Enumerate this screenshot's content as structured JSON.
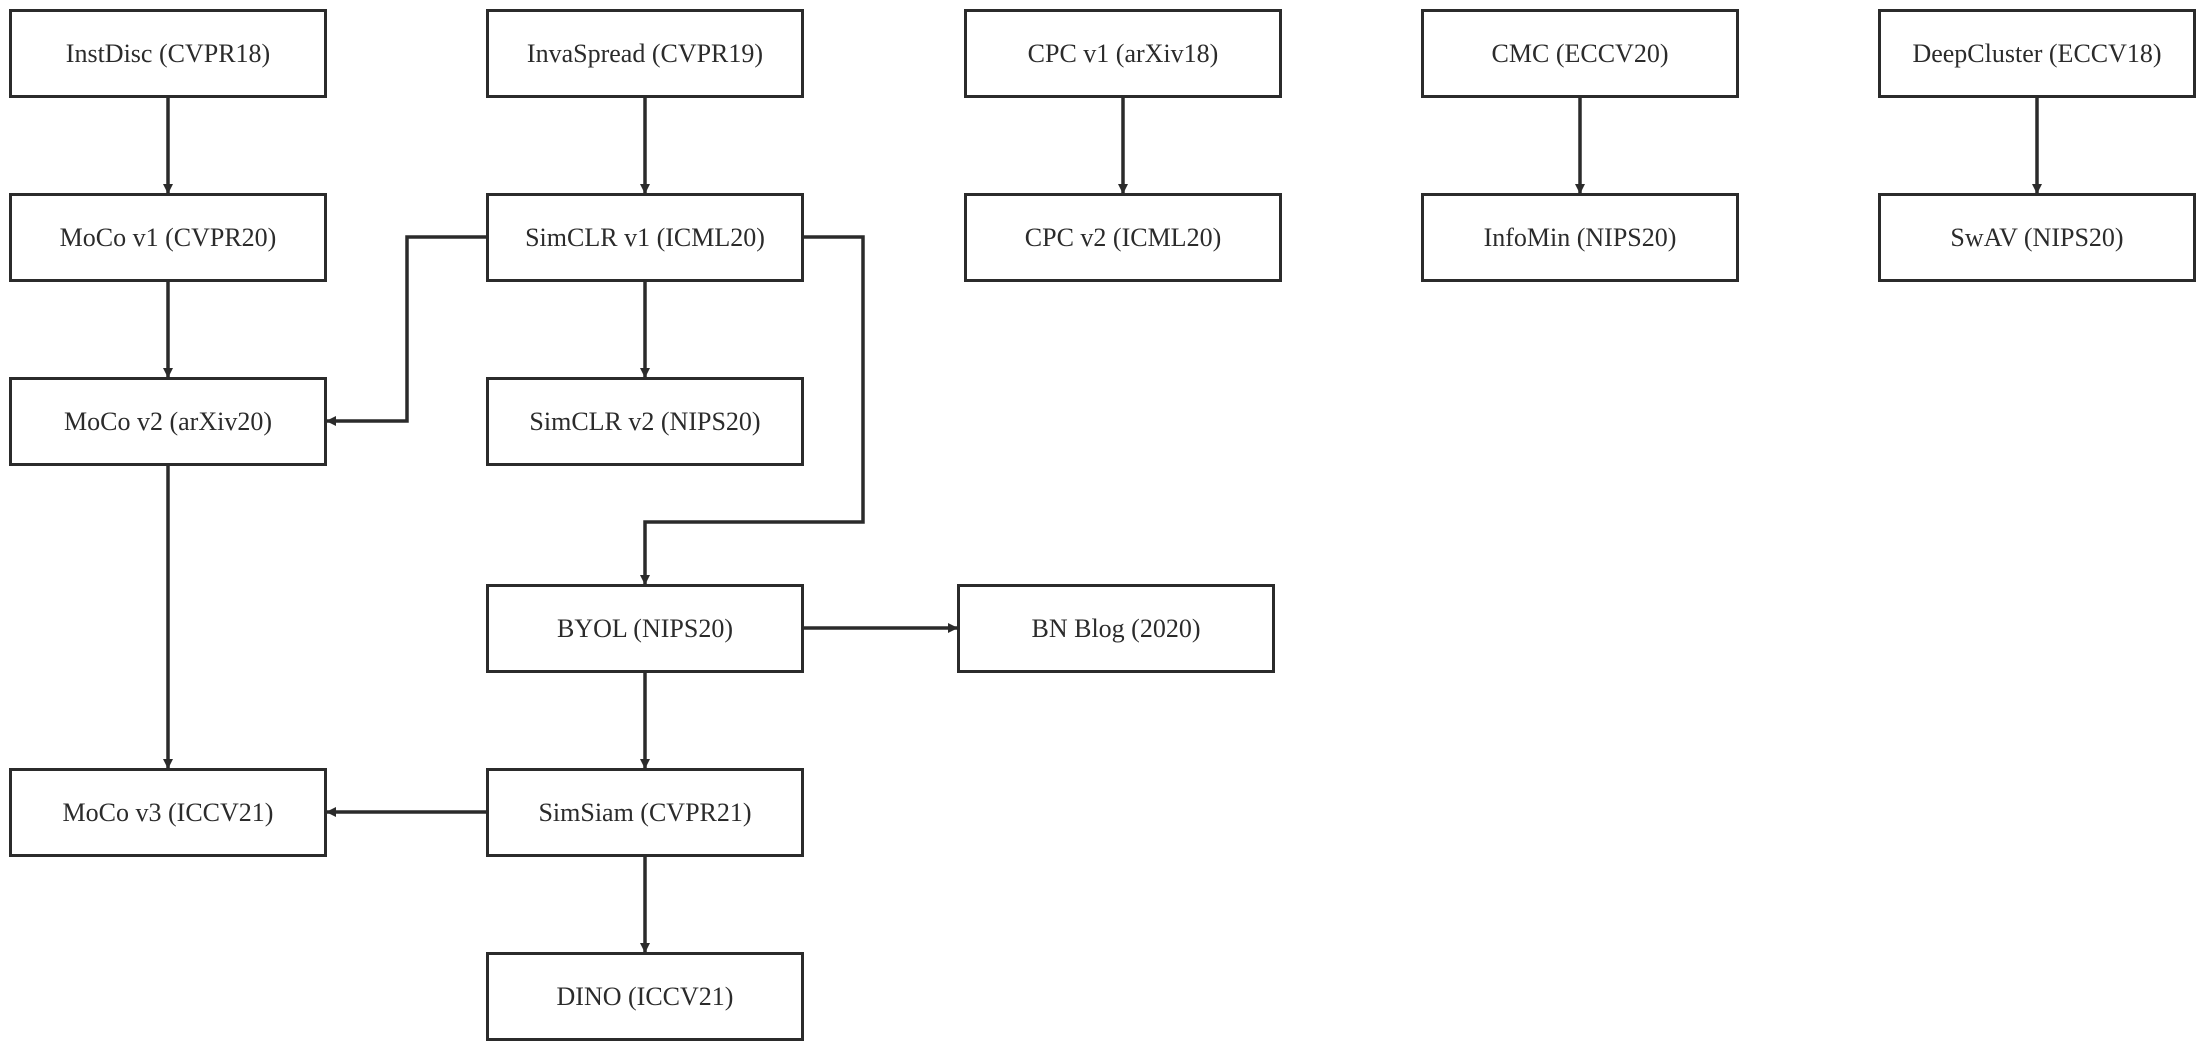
{
  "diagram": {
    "stroke_color": "#2b2b2b",
    "background": "#ffffff",
    "nodes": [
      {
        "id": "instdisc",
        "label": "InstDisc (CVPR18)"
      },
      {
        "id": "invaspread",
        "label": "InvaSpread (CVPR19)"
      },
      {
        "id": "cpcv1",
        "label": "CPC v1 (arXiv18)"
      },
      {
        "id": "cmc",
        "label": "CMC (ECCV20)"
      },
      {
        "id": "deepcluster",
        "label": "DeepCluster (ECCV18)"
      },
      {
        "id": "mocov1",
        "label": "MoCo v1 (CVPR20)"
      },
      {
        "id": "simclrv1",
        "label": "SimCLR v1 (ICML20)"
      },
      {
        "id": "cpcv2",
        "label": "CPC v2 (ICML20)"
      },
      {
        "id": "infomin",
        "label": "InfoMin (NIPS20)"
      },
      {
        "id": "swav",
        "label": "SwAV (NIPS20)"
      },
      {
        "id": "mocov2",
        "label": "MoCo v2 (arXiv20)"
      },
      {
        "id": "simclrv2",
        "label": "SimCLR v2 (NIPS20)"
      },
      {
        "id": "byol",
        "label": "BYOL (NIPS20)"
      },
      {
        "id": "bnblog",
        "label": "BN Blog (2020)"
      },
      {
        "id": "mocov3",
        "label": "MoCo v3 (ICCV21)"
      },
      {
        "id": "simsiam",
        "label": "SimSiam (CVPR21)"
      },
      {
        "id": "dino",
        "label": "DINO (ICCV21)"
      }
    ],
    "edges": [
      {
        "from": "instdisc",
        "to": "mocov1"
      },
      {
        "from": "invaspread",
        "to": "simclrv1"
      },
      {
        "from": "cpcv1",
        "to": "cpcv2"
      },
      {
        "from": "cmc",
        "to": "infomin"
      },
      {
        "from": "deepcluster",
        "to": "swav"
      },
      {
        "from": "mocov1",
        "to": "mocov2"
      },
      {
        "from": "simclrv1",
        "to": "mocov2"
      },
      {
        "from": "simclrv1",
        "to": "simclrv2"
      },
      {
        "from": "simclrv1",
        "to": "byol"
      },
      {
        "from": "mocov2",
        "to": "mocov3"
      },
      {
        "from": "byol",
        "to": "bnblog"
      },
      {
        "from": "byol",
        "to": "simsiam"
      },
      {
        "from": "simsiam",
        "to": "mocov3"
      },
      {
        "from": "simsiam",
        "to": "dino"
      }
    ]
  }
}
